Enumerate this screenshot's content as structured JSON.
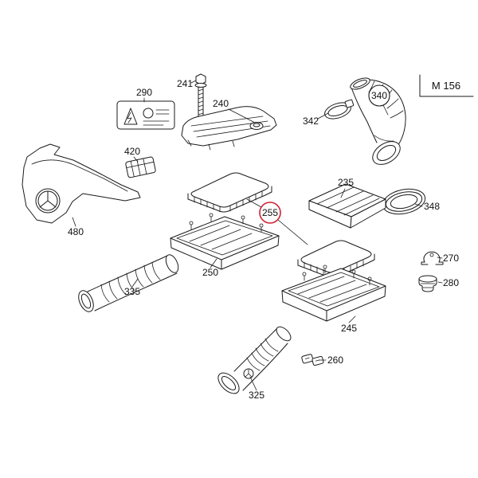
{
  "frame": {
    "engine_code": "M 156"
  },
  "callouts": {
    "n290": "290",
    "n241": "241",
    "n240": "240",
    "n342": "342",
    "n340": "340",
    "n420": "420",
    "n235": "235",
    "n348": "348",
    "n480": "480",
    "n255": "255",
    "n250": "250",
    "n270": "270",
    "n280": "280",
    "n335": "335",
    "n245": "245",
    "n260": "260",
    "n325": "325"
  },
  "colors": {
    "background": "#ffffff",
    "line_art": "#1a1a1a",
    "highlight_circle": "#cf2331",
    "callout_circle": "#1a1a1a"
  }
}
